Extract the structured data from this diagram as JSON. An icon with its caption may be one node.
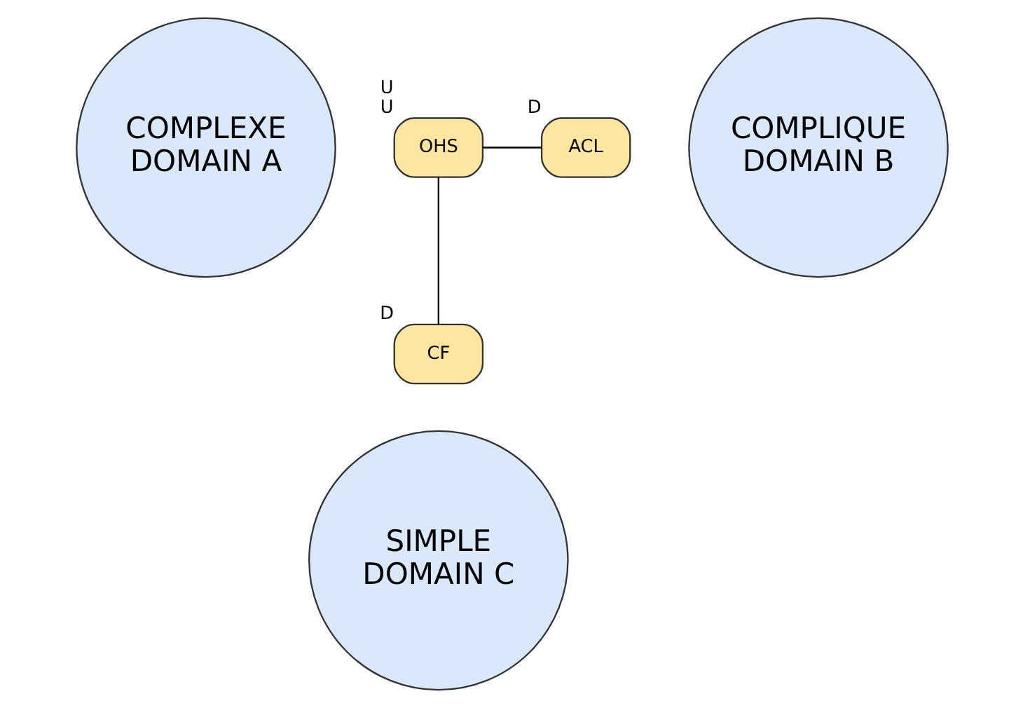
{
  "diagram": {
    "nodes": [
      {
        "text": [
          "COMPLEXE",
          "DOMAIN A"
        ]
      },
      {
        "text": [
          "OHS"
        ],
        "beside": [
          "U",
          "U"
        ]
      },
      {
        "text": [
          "ACL"
        ],
        "beside": [
          "D"
        ]
      },
      {
        "text": [
          "COMPLIQUE",
          "DOMAIN B"
        ]
      },
      {
        "text": [
          "CF"
        ],
        "beside": [
          "D"
        ]
      },
      {
        "text": [
          "SIMPLE",
          "DOMAIN C"
        ]
      }
    ],
    "edges": [
      {
        "from": 1,
        "to": 2,
        "arrow": "none"
      },
      {
        "from": 1,
        "to": 4,
        "arrow": "none"
      }
    ]
  }
}
